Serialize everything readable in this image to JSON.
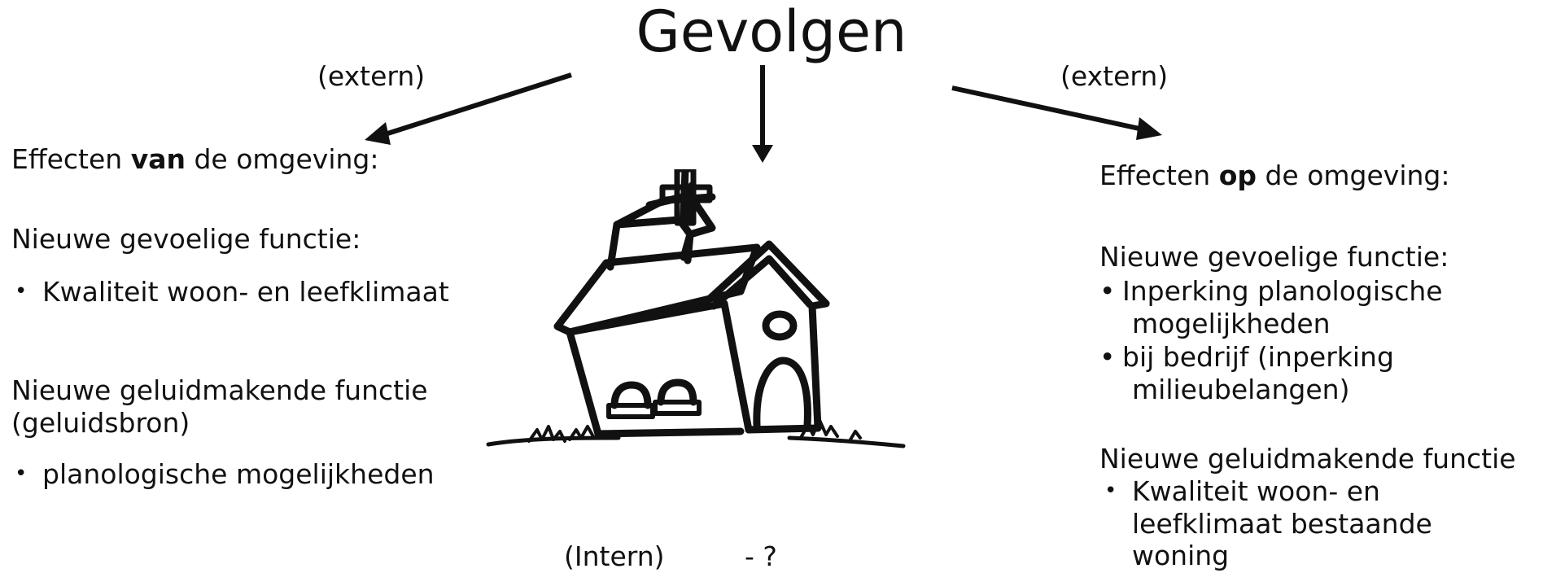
{
  "title": "Gevolgen",
  "labels": {
    "extern_left": "(extern)",
    "extern_right": "(extern)",
    "intern": "(Intern)",
    "intern_note": "- ?"
  },
  "left": {
    "heading_pre": "Effecten ",
    "heading_bold": "van",
    "heading_post": " de omgeving:",
    "block1_title": "Nieuwe gevoelige functie:",
    "block1_items": [
      "Kwaliteit woon- en leefklimaat"
    ],
    "block2_title_line1": "Nieuwe geluidmakende functie",
    "block2_title_line2": "(geluidsbron)",
    "block2_items": [
      "planologische mogelijkheden"
    ]
  },
  "right": {
    "heading_pre": "Effecten ",
    "heading_bold": "op",
    "heading_post": " de omgeving:",
    "block1_title": "Nieuwe gevoelige functie:",
    "block1_items": [
      {
        "line1": "Inperking planologische",
        "line2": "mogelijkheden"
      },
      {
        "line1": "bij bedrijf (inperking",
        "line2": "milieubelangen)"
      }
    ],
    "block2_title": "Nieuwe geluidmakende functie",
    "block2_item_lines": [
      "Kwaliteit woon- en",
      "leefklimaat bestaande",
      "woning"
    ]
  },
  "icons": {
    "arrow_left": "arrow-down-left-icon",
    "arrow_center": "arrow-down-icon",
    "arrow_right": "arrow-down-right-icon",
    "illustration": "church-illustration"
  },
  "colors": {
    "text": "#111111",
    "lines": "#111111",
    "background": "#ffffff"
  }
}
